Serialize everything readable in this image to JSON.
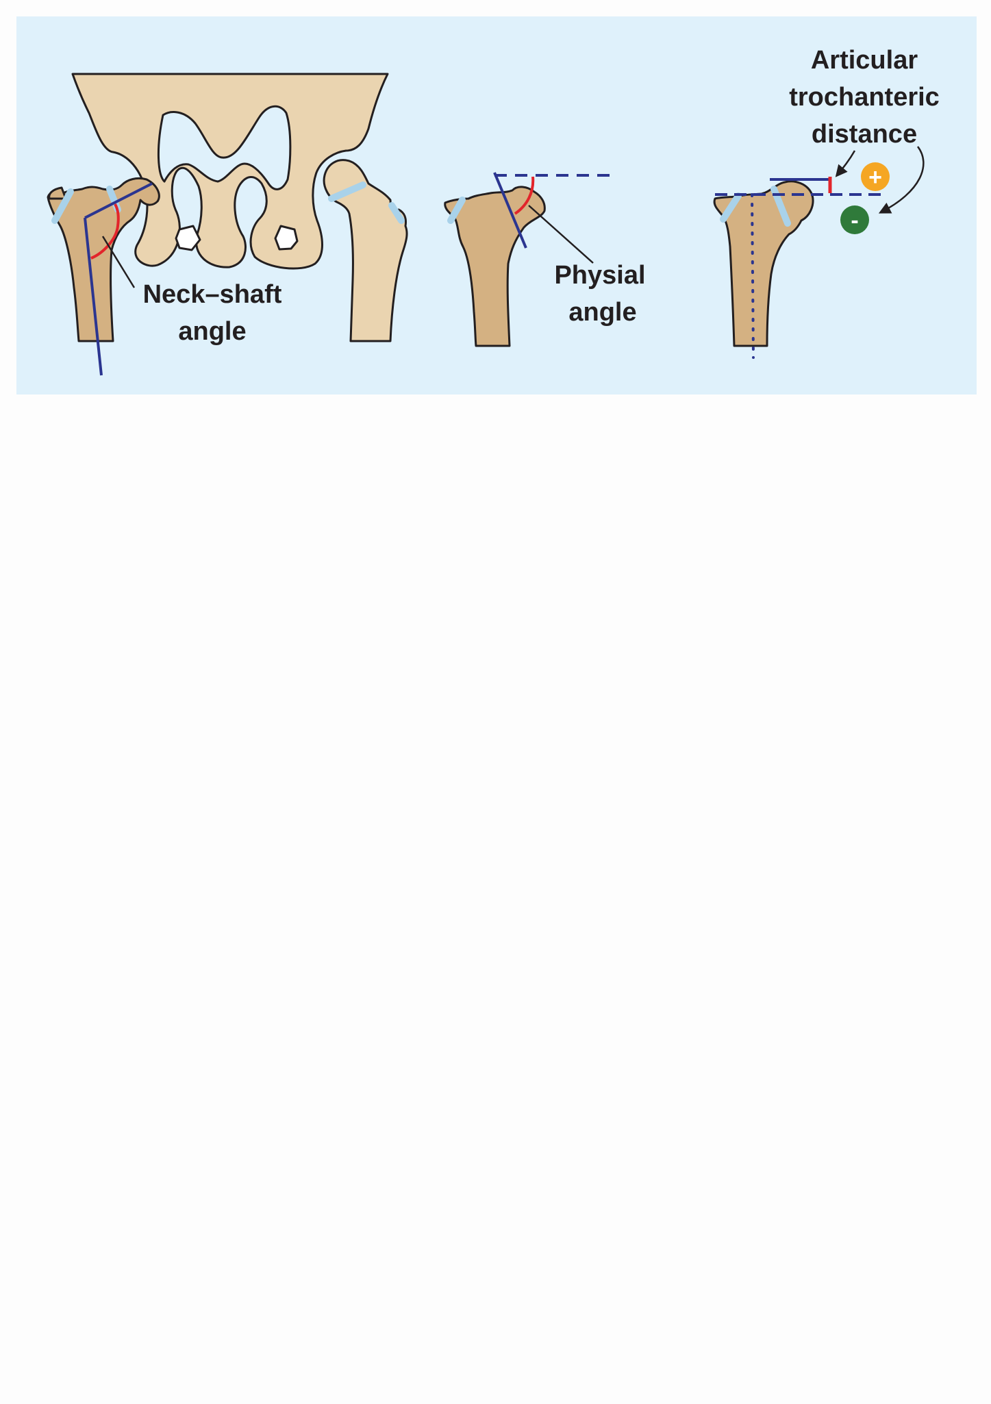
{
  "labels": {
    "neck_shaft_line1": "Neck–shaft",
    "neck_shaft_line2": "angle",
    "physial_line1": "Physial",
    "physial_line2": "angle",
    "atd_line1": "Articular",
    "atd_line2": "trochanteric",
    "atd_line3": "distance",
    "plus_sign": "+",
    "minus_sign": "-"
  },
  "colors": {
    "panel_background": "#dff1fb",
    "pelvis_fill": "#ead4b0",
    "femur_fill": "#d4b182",
    "growth_plate": "#a9d2ea",
    "axis_line": "#2b3590",
    "angle_arc": "#e2252b",
    "plus_badge": "#f5a623",
    "minus_badge": "#2f7a3a",
    "text": "#231f20"
  },
  "icons": {
    "plus": "plus-badge-icon",
    "minus": "minus-badge-icon",
    "arrow": "curved-arrow-icon"
  }
}
